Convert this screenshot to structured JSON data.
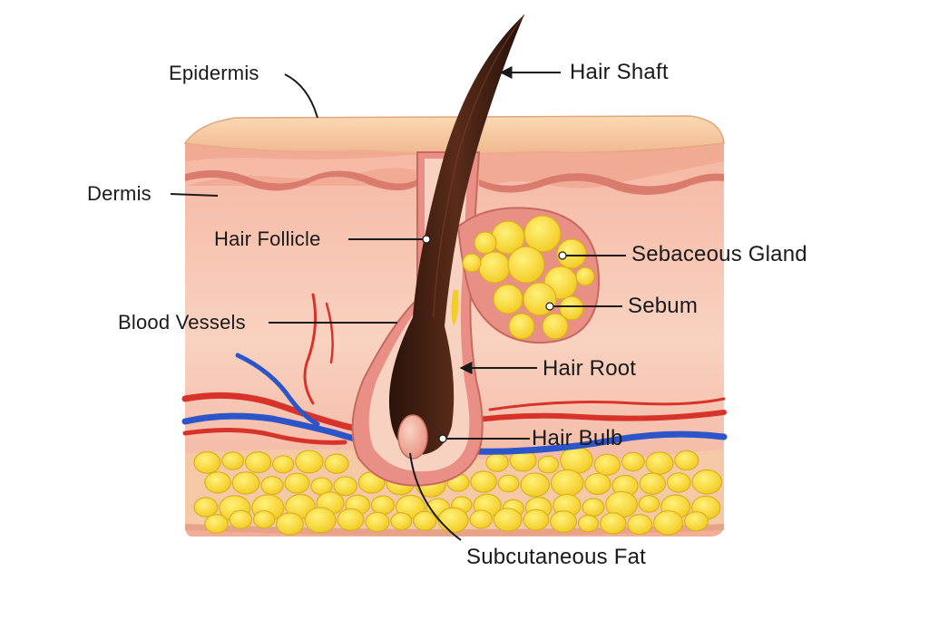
{
  "labels": {
    "epidermis": "Epidermis",
    "hair_shaft": "Hair Shaft",
    "dermis": "Dermis",
    "hair_follicle": "Hair Follicle",
    "sebaceous_gland": "Sebaceous Gland",
    "sebum": "Sebum",
    "blood_vessels": "Blood Vessels",
    "hair_root": "Hair Root",
    "hair_bulb": "Hair Bulb",
    "subcutaneous_fat": "Subcutaneous Fat"
  },
  "colors": {
    "epidermis_top": "#f6c99f",
    "dermis": "#f7c3ad",
    "dermis_band": "#e99a8a",
    "follicle": "#e98f86",
    "hair": "#3a1a10",
    "fat": "#f7dc3c",
    "fat_outline": "#d9b11c",
    "artery": "#d8332b",
    "vein": "#2b55c8",
    "papilla": "#f0a99a"
  }
}
